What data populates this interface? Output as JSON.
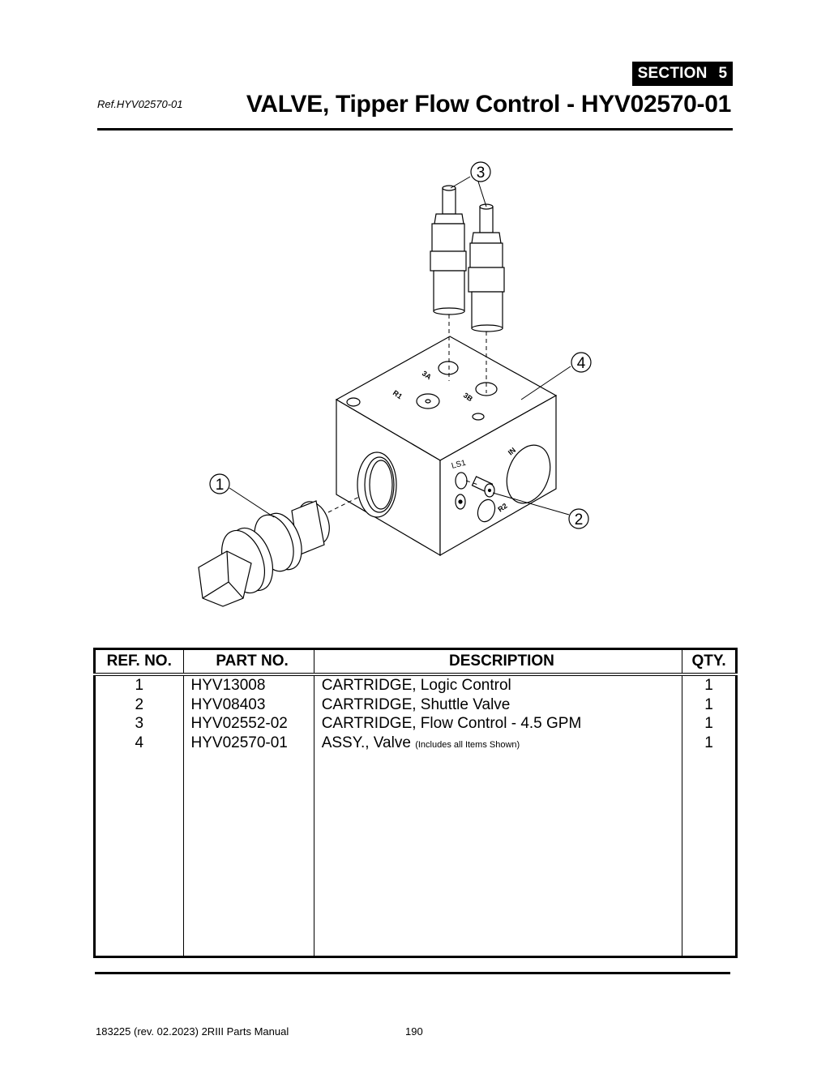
{
  "header": {
    "section_label": "SECTION",
    "section_number": "5",
    "reference": "Ref.HYV02570-01",
    "title": "VALVE, Tipper Flow Control - HYV02570-01"
  },
  "diagram": {
    "callouts": [
      "1",
      "2",
      "3",
      "4"
    ],
    "port_labels": {
      "p3a": "3A",
      "p3b": "3B",
      "r1": "R1",
      "r2": "R2",
      "ls1": "LS1",
      "in": "IN"
    }
  },
  "parts_table": {
    "columns": [
      "REF. NO.",
      "PART NO.",
      "DESCRIPTION",
      "QTY."
    ],
    "rows": [
      {
        "ref": "1",
        "part": "HYV13008",
        "desc": "CARTRIDGE, Logic Control",
        "note": "",
        "qty": "1"
      },
      {
        "ref": "2",
        "part": "HYV08403",
        "desc": "CARTRIDGE, Shuttle Valve",
        "note": "",
        "qty": "1"
      },
      {
        "ref": "3",
        "part": "HYV02552-02",
        "desc": "CARTRIDGE, Flow Control - 4.5 GPM",
        "note": "",
        "qty": "1"
      },
      {
        "ref": "4",
        "part": "HYV02570-01",
        "desc": "ASSY., Valve",
        "note": "(Includes all Items Shown)",
        "qty": "1"
      }
    ]
  },
  "footer": {
    "manual": "183225  (rev. 02.2023) 2RIII Parts Manual",
    "page": "190"
  }
}
